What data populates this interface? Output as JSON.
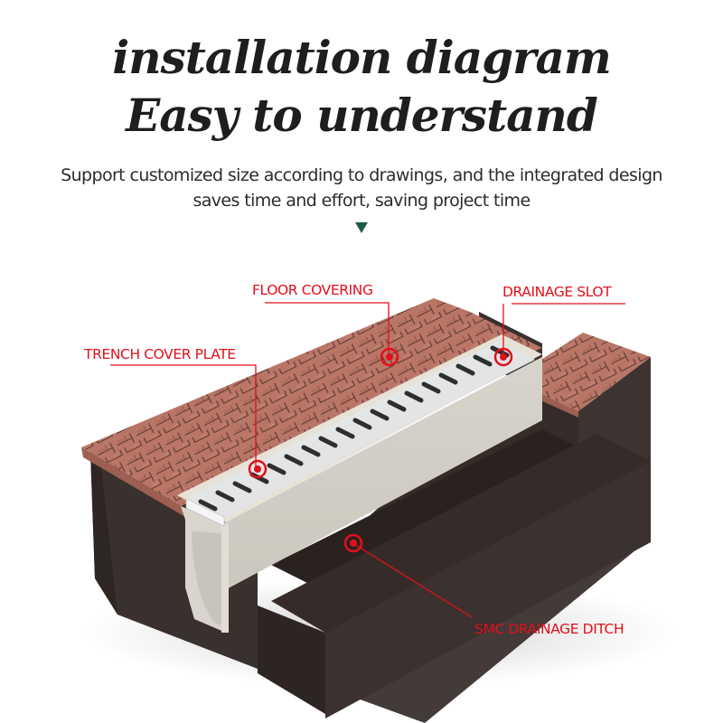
{
  "header": {
    "title_line1": "installation diagram",
    "title_line2": "Easy to understand",
    "subtitle_line1": "Support customized size according to drawings, and the integrated design",
    "subtitle_line2": "saves time and effort, saving project time",
    "arrow_icon": "triangle-down-icon",
    "arrow_color": "#1f5a4a"
  },
  "diagram": {
    "callout_color": "#e2101a",
    "colors": {
      "brick": "#b97566",
      "brick_joint": "#5a3a30",
      "soil_dark": "#3a2f2d",
      "soil_mid": "#4a3f3c",
      "channel": "#d8d4cb",
      "grate": "#e6e7e9",
      "grate_slot": "#2e2e2e"
    },
    "labels": [
      {
        "id": "floor-covering",
        "text": "FLOOR COVERING"
      },
      {
        "id": "drainage-slot",
        "text": "DRAINAGE SLOT"
      },
      {
        "id": "trench-cover-plate",
        "text": "TRENCH COVER PLATE"
      },
      {
        "id": "smc-drainage-ditch",
        "text": "SMC DRAINAGE DITCH"
      }
    ]
  }
}
